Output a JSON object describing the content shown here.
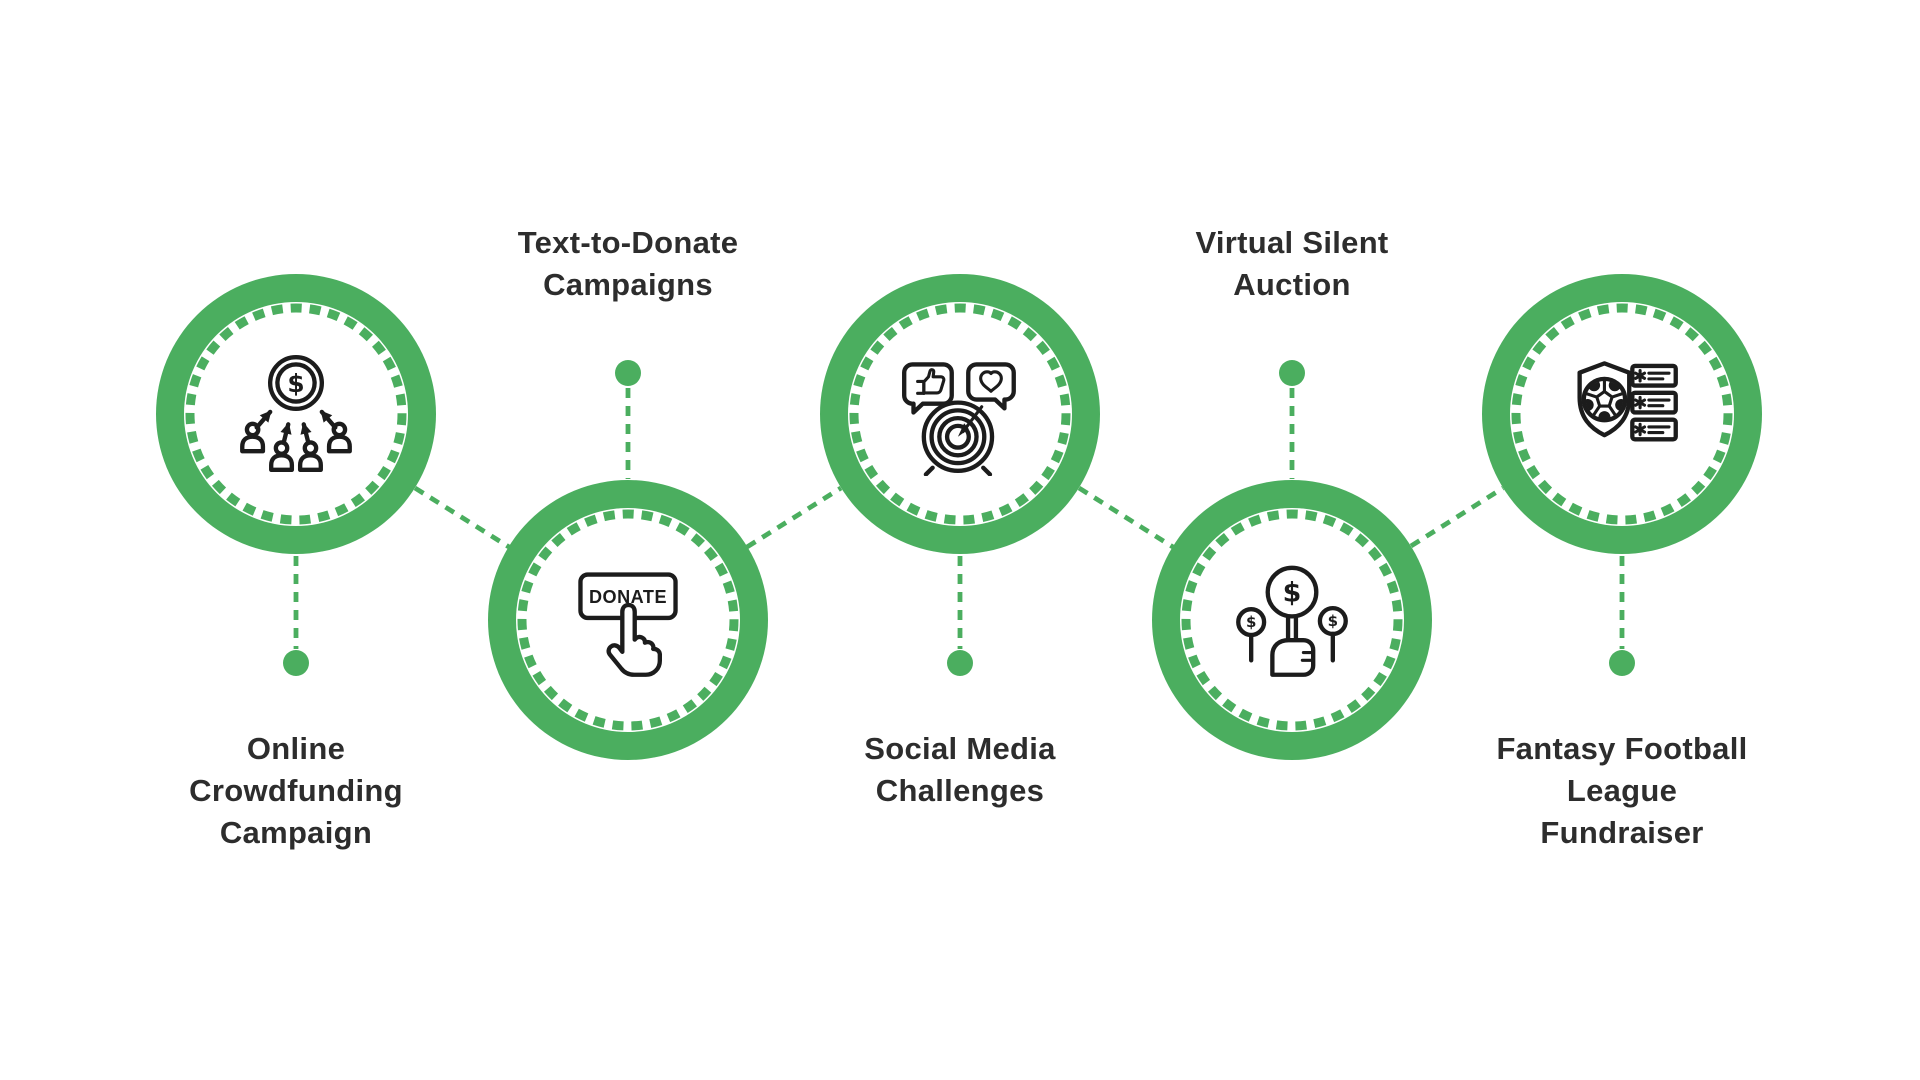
{
  "colors": {
    "accent_green": "#4bae5f",
    "icon_stroke": "#1c1c1c",
    "label_text": "#2d2d2d",
    "background": "#ffffff"
  },
  "diagram": {
    "type": "zigzag-process-infographic",
    "dollar_symbol": "$",
    "items": [
      {
        "label": "Online\nCrowdfunding\nCampaign",
        "icon": "crowdfunding-icon",
        "label_position": "below"
      },
      {
        "label": "Text-to-Donate\nCampaigns",
        "icon": "donate-button-icon",
        "button_text": "DONATE",
        "label_position": "above"
      },
      {
        "label": "Social Media\nChallenges",
        "icon": "social-media-target-icon",
        "label_position": "below"
      },
      {
        "label": "Virtual Silent\nAuction",
        "icon": "auction-paddles-icon",
        "label_position": "above"
      },
      {
        "label": "Fantasy Football\nLeague\nFundraiser",
        "icon": "fantasy-football-icon",
        "label_position": "below"
      }
    ]
  }
}
